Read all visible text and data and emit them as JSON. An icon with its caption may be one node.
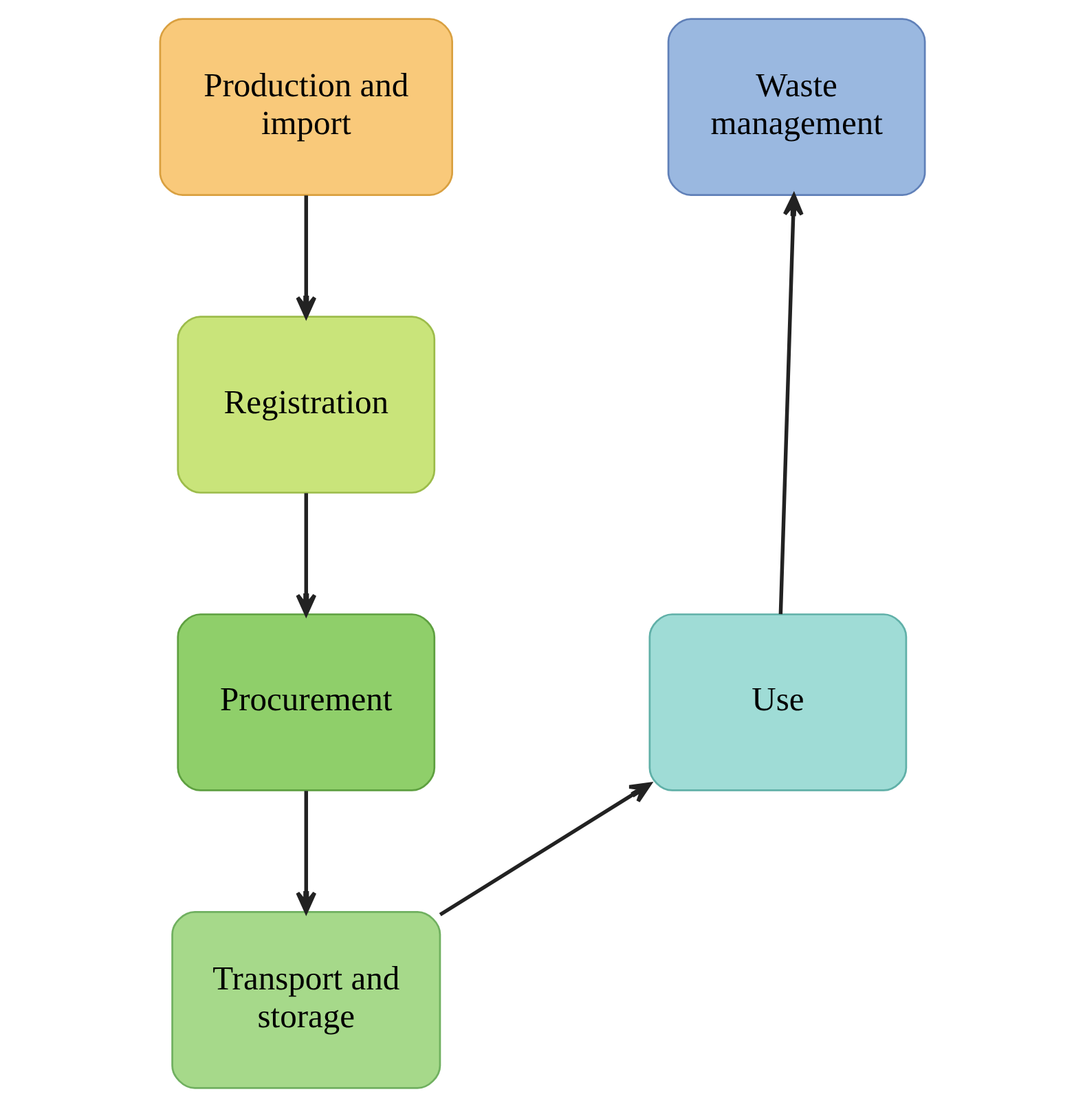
{
  "diagram": {
    "nodes": [
      {
        "text": [
          "Production and import"
        ]
      },
      {
        "text": [
          "Registration"
        ]
      },
      {
        "text": [
          "Procurement"
        ]
      },
      {
        "text": [
          "Transport and storage"
        ]
      },
      {
        "text": [
          "Use"
        ]
      },
      {
        "text": [
          "Waste management"
        ]
      }
    ],
    "edges": [
      {
        "from": 0,
        "to": 1,
        "arrow": "to"
      },
      {
        "from": 1,
        "to": 2,
        "arrow": "to"
      },
      {
        "from": 2,
        "to": 3,
        "arrow": "to"
      },
      {
        "from": 3,
        "to": 4,
        "arrow": "to"
      },
      {
        "from": 4,
        "to": 5,
        "arrow": "to"
      }
    ]
  }
}
